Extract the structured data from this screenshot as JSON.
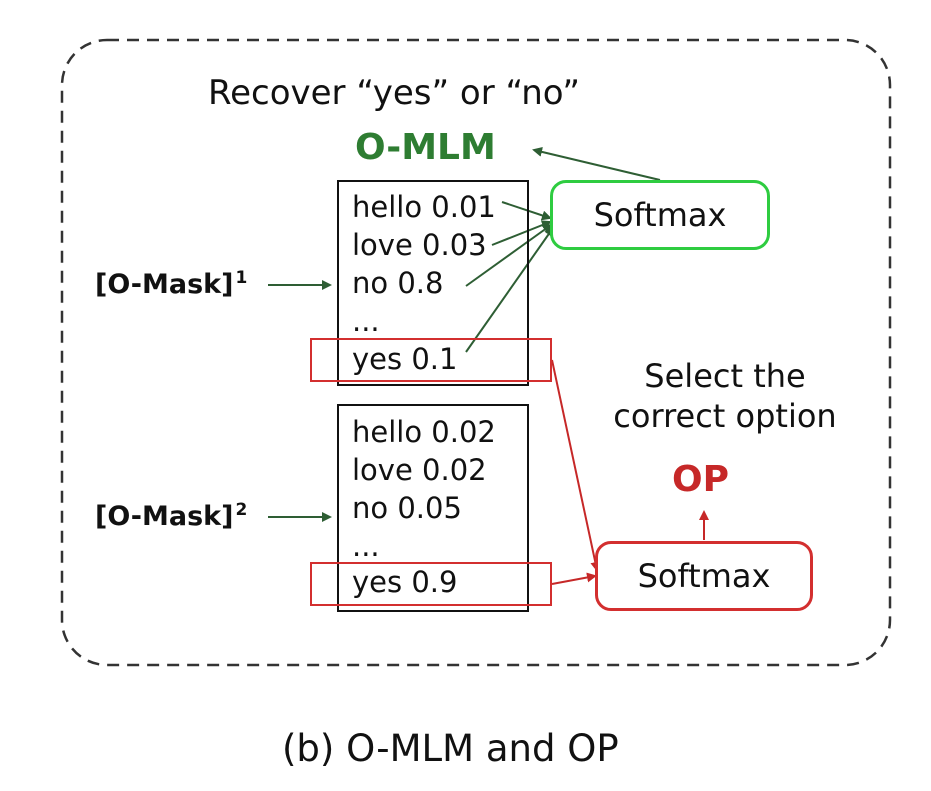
{
  "recover_text": "Recover “yes” or “no”",
  "omlm_label": "O-MLM",
  "op_label": "OP",
  "select_text_line1": "Select the",
  "select_text_line2": "correct option",
  "mask1": {
    "label": "[O-Mask]",
    "sup": "1"
  },
  "mask2": {
    "label": "[O-Mask]",
    "sup": "2"
  },
  "list1": [
    "hello 0.01",
    "love 0.03",
    "no 0.8",
    "...",
    "yes 0.1"
  ],
  "list2": [
    "hello 0.02",
    "love 0.02",
    "no 0.05",
    "...",
    "yes 0.9"
  ],
  "softmax_top": "Softmax",
  "softmax_bottom": "Softmax",
  "caption": "(b) O-MLM and OP",
  "colors": {
    "green_text": "#2e7d32",
    "green_box": "#2ecc40",
    "red": "#c62828",
    "arrow_green": "#2e5e34"
  }
}
